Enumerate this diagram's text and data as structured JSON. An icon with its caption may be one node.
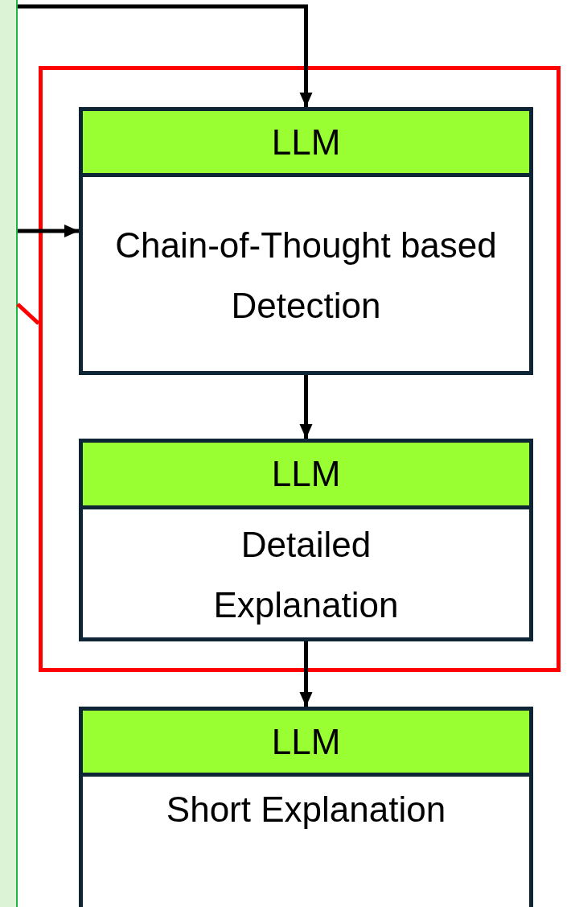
{
  "diagram": {
    "nodes": [
      {
        "text": [],
        "shape": "box"
      },
      {
        "text": [],
        "shape": "box"
      },
      {
        "text": [
          "LLM",
          "Chain-of-Thought based Detection"
        ],
        "in": 1
      },
      {
        "text": [
          "LLM",
          "Detailed Explanation"
        ],
        "in": 1
      },
      {
        "text": [
          "LLM",
          "Short Explanation"
        ]
      }
    ],
    "edges": [
      {
        "from": 0,
        "to": 2,
        "arrow": "to"
      },
      {
        "from": 0,
        "to": 2,
        "arrow": "to"
      },
      {
        "from": 0,
        "to": 1,
        "arrow": "none",
        "color": "#ff0000"
      },
      {
        "from": 2,
        "to": 3,
        "arrow": "to"
      },
      {
        "from": 3,
        "to": 4,
        "arrow": "to"
      }
    ]
  }
}
